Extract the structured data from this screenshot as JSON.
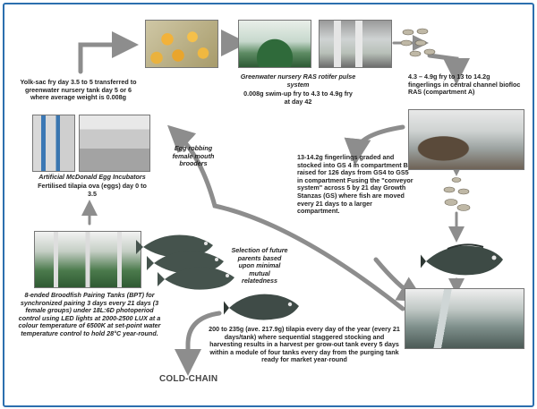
{
  "colors": {
    "frame": "#2c6fae",
    "arrow": "#8d8d8d",
    "text": "#1f1f1f"
  },
  "captions": {
    "yolk_sac": "Yolk-sac fry day 3.5 to 5 transferred to greenwater nursery tank day 5 or 6 where average weight is 0.008g",
    "greenwater_title": "Greenwater nursery RAS rotifer pulse system",
    "greenwater_body": "0.008g swim-up fry to 4.3 to 4.9g fry at day 42",
    "fingerlings_move": "4.3 – 4.9g fry to 13 to 14.2g fingerlings in central channel biofloc RAS (compartment A)",
    "incubator_title": "Artificial McDonald Egg Incubators",
    "incubator_body": "Fertilised tilapia ova (eggs) day 0 to 3.5",
    "egg_robbing": "Egg robbing female mouth brooders",
    "graded": "13-14.2g fingerlings graded and stocked into GS 4 in compartment B raised for 126 days from GS4 to GS5 in compartment Fusing the \"conveyor system\" across 5 by 21 day Growth Stanzas (GS) where fish are moved every 21 days to a larger compartment.",
    "selection": "Selection of future parents based upon minimal mutual relatedness",
    "breeding": "8-ended Broodfish Pairing Tanks (BPT) for synchronized pairing 3 days every 21 days (3 female groups) under 18L:6D photoperiod control using LED lights at 2000-2500 LUX at a colour temperature of 6500K at set-point water temperature control to hold 28°C year-round.",
    "harvest": "200 to 235g (ave. 217.9g) tilapia every day of the year (every 21 days/tank) where sequential staggered stocking and harvesting results in a harvest per grow-out tank every 5 days within a module of four tanks every day from the purging tank ready for market year-round",
    "cold_chain": "COLD-CHAIN"
  },
  "icons": [
    "fish-egg-icon",
    "tilapia-icon",
    "arrow-icon"
  ]
}
